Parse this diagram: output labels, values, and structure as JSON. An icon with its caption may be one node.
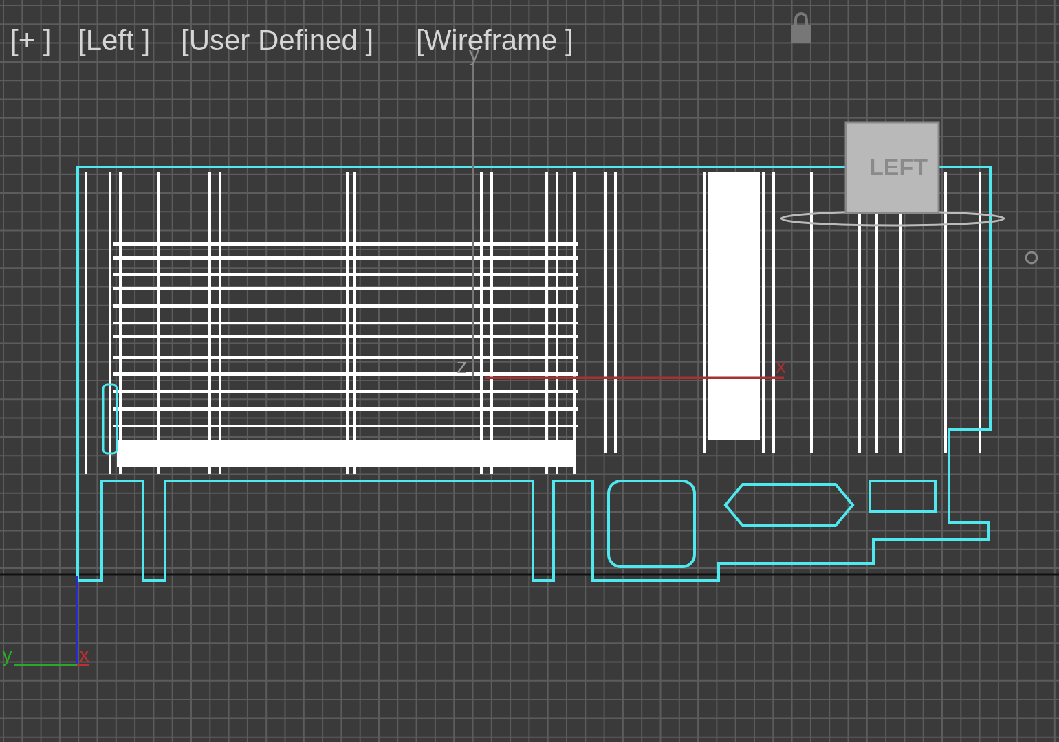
{
  "diagram": {
    "labels": [
      "[+ ]",
      "[Left ]",
      "[User Defined ]",
      "[Wireframe ]",
      "y",
      "z",
      "x",
      "LEFT",
      "y",
      "x"
    ]
  }
}
